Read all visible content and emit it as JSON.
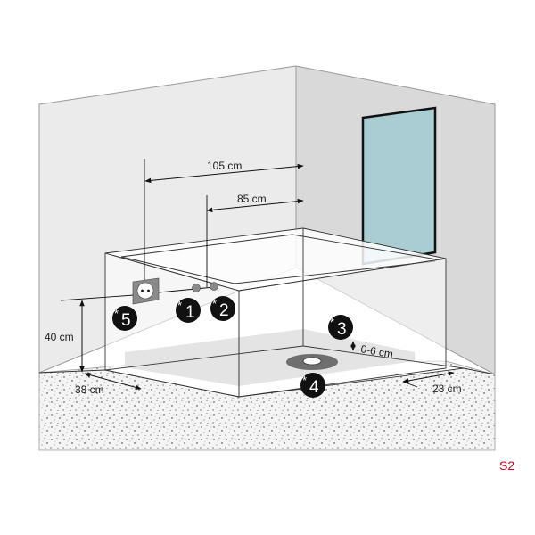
{
  "diagram": {
    "title_code": "S2",
    "colors": {
      "left_wall": "#ebebeb",
      "right_wall": "#d9d9d9",
      "glass_panel": "#a9cdd3",
      "floor": "#f2f2f2",
      "base_tray": "#c4c4c4",
      "drain_ring": "#6f6f6f",
      "badge": "#111111",
      "code": "#d0021b"
    },
    "dimensions": {
      "width_105": "105 cm",
      "width_85": "85 cm",
      "height_40": "40 cm",
      "depth_38": "38 cm",
      "depth_23": "23 cm",
      "adjust_0_6": "0-6 cm"
    },
    "markers": [
      {
        "id": "1",
        "star": "*",
        "label": "1",
        "meaning": "connection point 1"
      },
      {
        "id": "2",
        "star": "*",
        "label": "2",
        "meaning": "connection point 2"
      },
      {
        "id": "3",
        "star": "*",
        "label": "3",
        "meaning": "height adjustment"
      },
      {
        "id": "4",
        "star": "*",
        "label": "4",
        "meaning": "floor drain"
      },
      {
        "id": "5",
        "star": "*",
        "label": "5",
        "meaning": "power socket"
      }
    ]
  }
}
